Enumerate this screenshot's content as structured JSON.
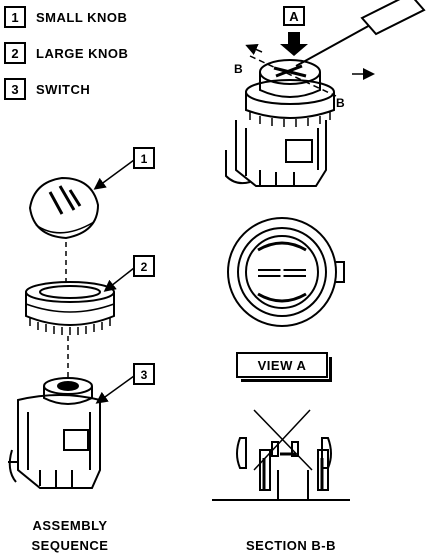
{
  "legend": [
    {
      "num": "1",
      "label": "SMALL KNOB"
    },
    {
      "num": "2",
      "label": "LARGE KNOB"
    },
    {
      "num": "3",
      "label": "SWITCH"
    }
  ],
  "callouts": [
    "1",
    "2",
    "3"
  ],
  "view_label": "A",
  "section_marker": "B",
  "view_a_label": "VIEW A",
  "assembly_caption_line1": "ASSEMBLY",
  "assembly_caption_line2": "SEQUENCE",
  "section_caption": "SECTION B-B"
}
